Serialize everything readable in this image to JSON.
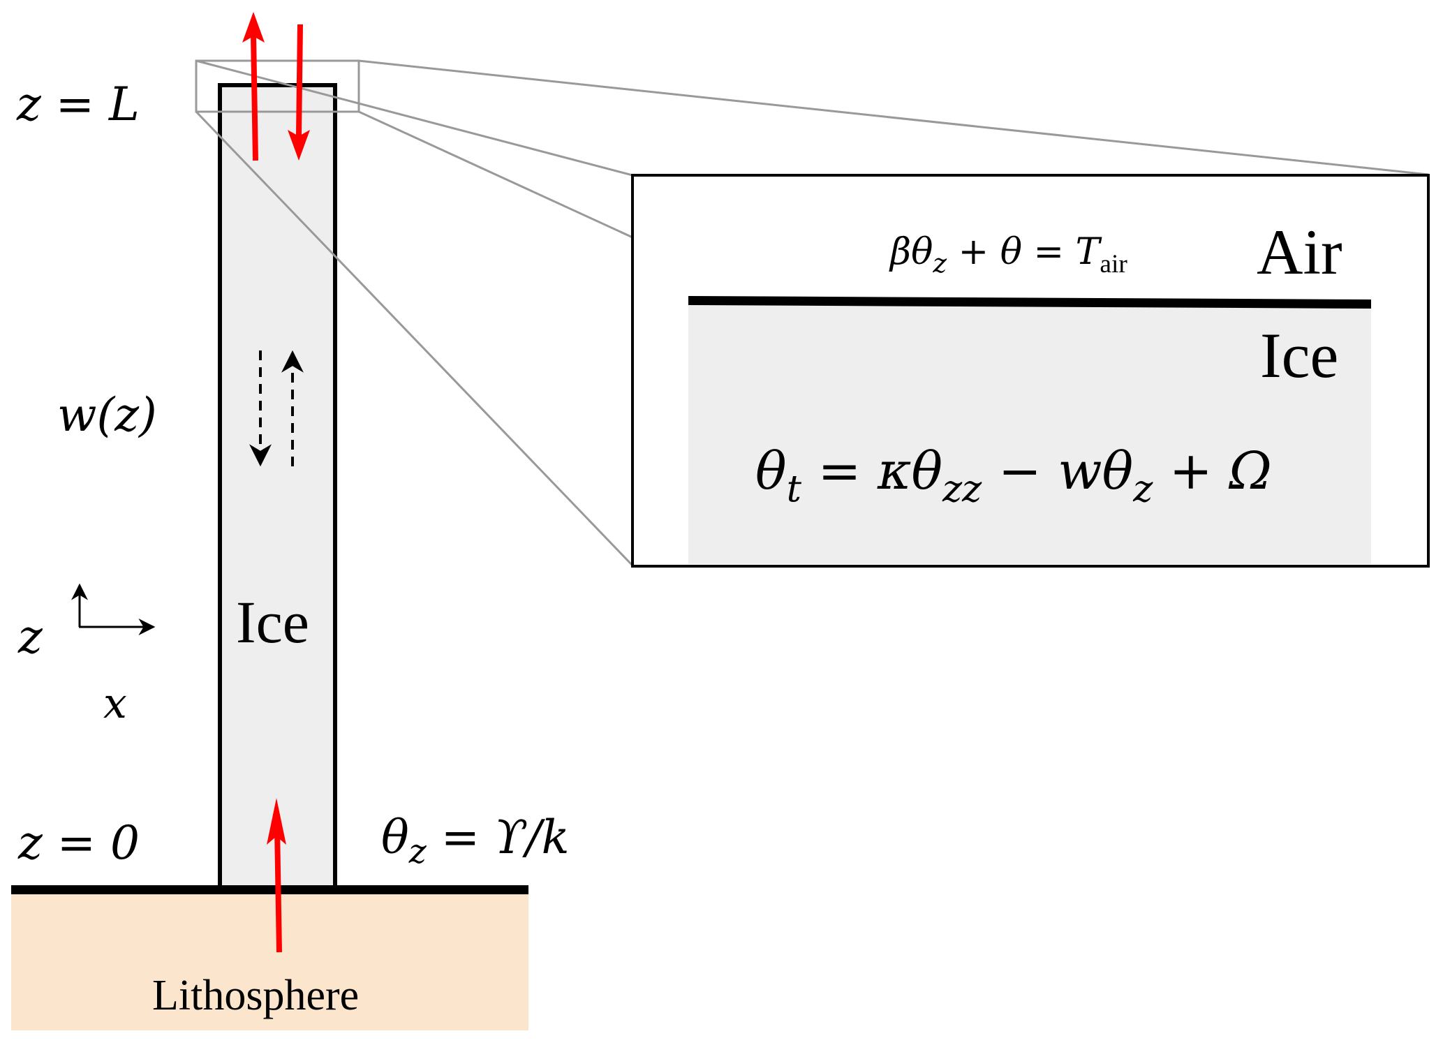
{
  "colors": {
    "ice_fill": "#eeeeee",
    "lithosphere_fill": "#fce5cd",
    "flux_arrow": "#ff0000",
    "zoom_guide": "#999999",
    "outline": "#000000"
  },
  "labels": {
    "top_boundary": "z = L",
    "bottom_boundary": "z = 0",
    "velocity": "w(z)",
    "axis_z": "z",
    "axis_x": "x",
    "column_material": "Ice",
    "ground_material": "Lithosphere",
    "basal_bc": {
      "lhs": "θ",
      "lhs_sub": "z",
      "rhs": " = ϒ/k"
    }
  },
  "inset": {
    "surface_bc": {
      "pre": "βθ",
      "pre_sub": "z",
      "mid": " + θ = T",
      "mid_sub": "air"
    },
    "upper_region": "Air",
    "lower_region": "Ice",
    "governing_eq": {
      "p1": "θ",
      "p1_sub": "t",
      "p2": " = κθ",
      "p2_sub": "zz",
      "p3": " − wθ",
      "p3_sub": "z",
      "p4": " + Ω"
    }
  },
  "arrows": {
    "surface_flux": [
      "up",
      "down"
    ],
    "advection": [
      "down",
      "up"
    ],
    "geothermal_flux": "up"
  }
}
